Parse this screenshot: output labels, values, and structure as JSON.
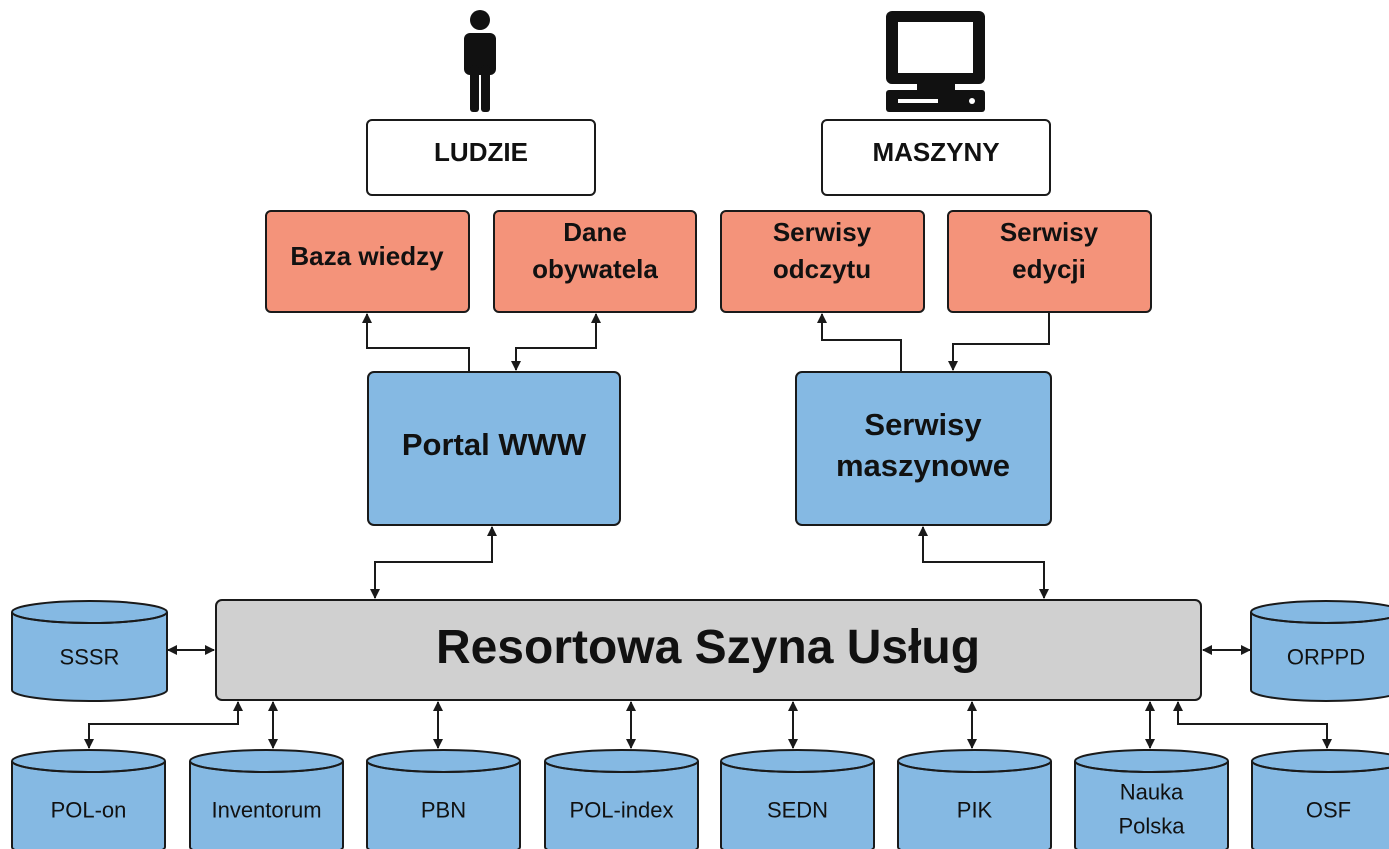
{
  "actors": {
    "people_label": "LUDZIE",
    "machines_label": "MASZYNY",
    "person_icon": "person-icon",
    "computer_icon": "computer-icon"
  },
  "channels": {
    "knowledge_base": "Baza wiedzy",
    "citizen_data": [
      "Dane",
      "obywatela"
    ],
    "read_services": [
      "Serwisy",
      "odczytu"
    ],
    "edit_services": [
      "Serwisy",
      "edycji"
    ]
  },
  "platforms": {
    "web_portal": "Portal WWW",
    "machine_services": [
      "Serwisy",
      "maszynowe"
    ]
  },
  "bus": {
    "label": "Resortowa Szyna Usług"
  },
  "databases": {
    "side": [
      "SSSR",
      "ORPPD"
    ],
    "bottom": [
      "POL-on",
      "Inventorum",
      "PBN",
      "POL-index",
      "SEDN",
      "PIK",
      [
        "Nauka",
        "Polska"
      ],
      "OSF"
    ]
  },
  "colors": {
    "salmon": "#f4937a",
    "blue": "#85b9e3",
    "bus_gray": "#d0d0d0",
    "stroke": "#1a1a1a"
  }
}
